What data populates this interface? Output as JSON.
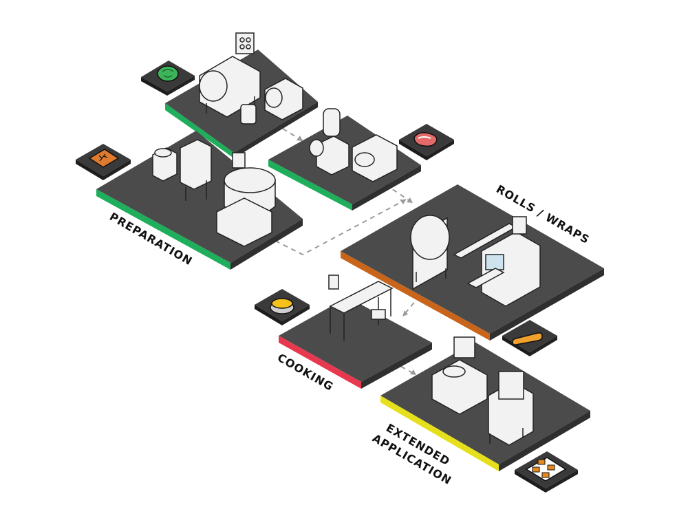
{
  "labels": {
    "preparation": "PREPARATION",
    "rolls_wraps": "ROLLS / WRAPS",
    "cooking": "COOKING",
    "extended_line1": "EXTENDED",
    "extended_line2": "APPLICATION"
  },
  "colors": {
    "platform": "#4b4b4b",
    "platform_side": "#2f2f2f",
    "preparation": "#1fae5b",
    "rolls_wraps": "#c8651b",
    "cooking": "#e8384f",
    "extended": "#e6e01c",
    "arrow": "#9a9a9a",
    "machine": "#f2f2f2",
    "machine_stroke": "#222222"
  },
  "icons": [
    "cabbage-icon",
    "spice-bag-icon",
    "meat-steak-icon",
    "stew-pot-icon",
    "spring-roll-icon",
    "tray-food-icon"
  ],
  "stations": [
    "preparation-vegetable-station",
    "preparation-spice-station",
    "preparation-meat-station",
    "rolls-wraps-station",
    "cooking-station",
    "extended-application-station"
  ]
}
